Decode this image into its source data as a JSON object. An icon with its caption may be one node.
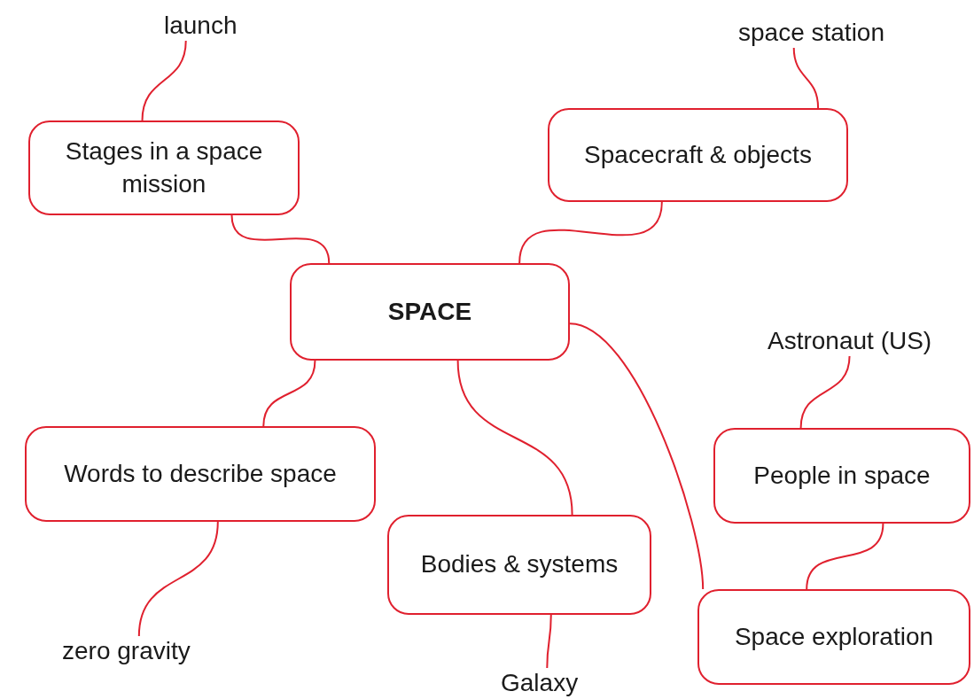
{
  "diagram": {
    "nodes": [
      {
        "text": [
          "SPACE"
        ]
      },
      {
        "text": [
          "Stages in a space mission"
        ]
      },
      {
        "text": [
          "Spacecraft & objects"
        ]
      },
      {
        "text": [
          "Words to describe space"
        ]
      },
      {
        "text": [
          "Bodies & systems"
        ]
      },
      {
        "text": [
          "People in space"
        ]
      },
      {
        "text": [
          "Space exploration"
        ]
      },
      {
        "text": [
          "launch"
        ]
      },
      {
        "text": [
          "space station"
        ]
      },
      {
        "text": [
          "Astronaut (US)"
        ]
      },
      {
        "text": [
          "zero gravity"
        ]
      },
      {
        "text": [
          "Galaxy"
        ]
      }
    ],
    "edges": [
      {
        "from": 0,
        "to": 1,
        "arrow": "none"
      },
      {
        "from": 0,
        "to": 2,
        "arrow": "none"
      },
      {
        "from": 0,
        "to": 3,
        "arrow": "none"
      },
      {
        "from": 0,
        "to": 4,
        "arrow": "none"
      },
      {
        "from": 0,
        "to": 6,
        "arrow": "none"
      },
      {
        "from": 6,
        "to": 5,
        "arrow": "none"
      },
      {
        "from": 1,
        "to": 7,
        "arrow": "none"
      },
      {
        "from": 2,
        "to": 8,
        "arrow": "none"
      },
      {
        "from": 5,
        "to": 9,
        "arrow": "none"
      },
      {
        "from": 3,
        "to": 10,
        "arrow": "none"
      },
      {
        "from": 4,
        "to": 11,
        "arrow": "none"
      }
    ]
  }
}
